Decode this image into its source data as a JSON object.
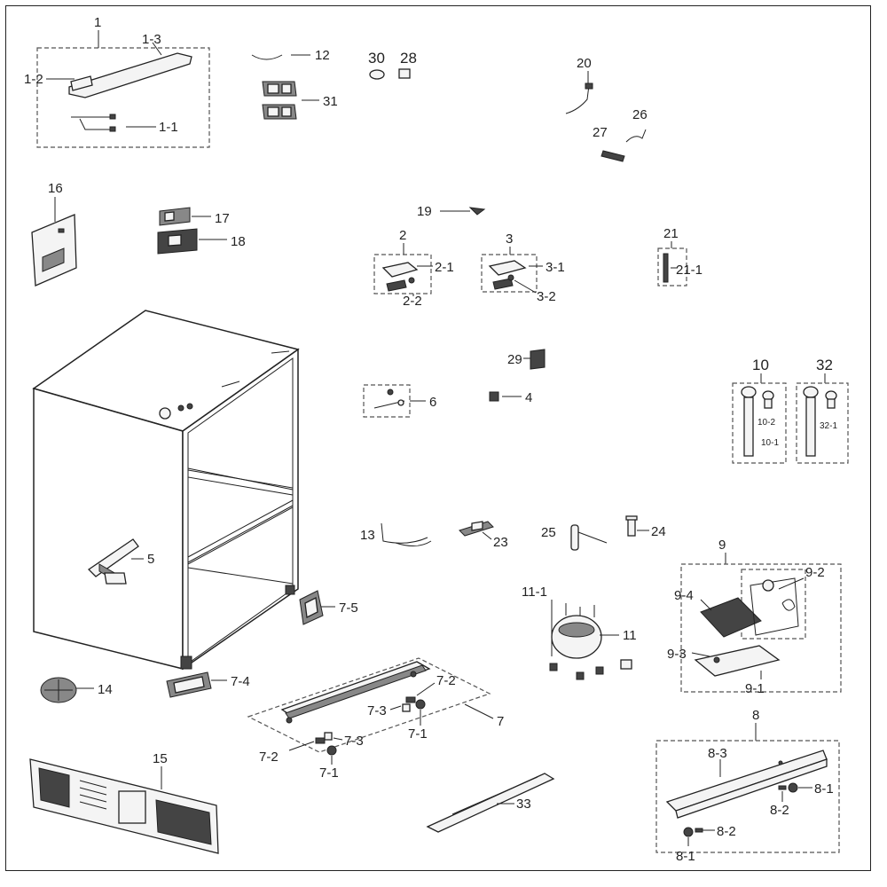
{
  "labels": {
    "p1": "1",
    "p1_1": "1-1",
    "p1_2": "1-2",
    "p1_3": "1-3",
    "p2": "2",
    "p2_1": "2-1",
    "p2_2": "2-2",
    "p3": "3",
    "p3_1": "3-1",
    "p3_2": "3-2",
    "p4": "4",
    "p5": "5",
    "p6": "6",
    "p7": "7",
    "p7_1a": "7-1",
    "p7_1b": "7-1",
    "p7_2a": "7-2",
    "p7_2b": "7-2",
    "p7_3a": "7-3",
    "p7_3b": "7-3",
    "p7_4": "7-4",
    "p7_5": "7-5",
    "p8": "8",
    "p8_1a": "8-1",
    "p8_1b": "8-1",
    "p8_2a": "8-2",
    "p8_2b": "8-2",
    "p8_3": "8-3",
    "p9": "9",
    "p9_1": "9-1",
    "p9_2": "9-2",
    "p9_3": "9-3",
    "p9_4": "9-4",
    "p10": "10",
    "p10_1": "10-1",
    "p10_2": "10-2",
    "p11": "11",
    "p11_1": "11-1",
    "p12": "12",
    "p13": "13",
    "p14": "14",
    "p15": "15",
    "p16": "16",
    "p17": "17",
    "p18": "18",
    "p19": "19",
    "p20": "20",
    "p21": "21",
    "p21_1": "21-1",
    "p23": "23",
    "p24": "24",
    "p25": "25",
    "p26": "26",
    "p27": "27",
    "p28": "28",
    "p29": "29",
    "p30": "30",
    "p31": "31",
    "p32": "32",
    "p32_1": "32-1",
    "p33": "33"
  }
}
